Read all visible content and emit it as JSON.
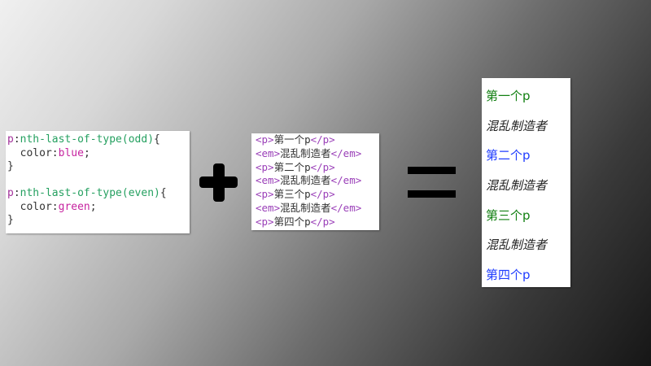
{
  "colors": {
    "green": "#128012",
    "blue": "#1f3cff",
    "em_text": "#222222",
    "css_tag": "#a2309a",
    "css_pseudo": "#25a060",
    "css_value": "#c6239f",
    "html_tag": "#9a3fb8"
  },
  "css_code": {
    "rules": [
      {
        "tag": "p",
        "colon": ":",
        "pseudo": "nth-last-of-type(odd)",
        "open_brace": "{",
        "property": "  color:",
        "value": "blue",
        "semicolon": ";",
        "close_brace": "}"
      },
      {
        "tag": "p",
        "colon": ":",
        "pseudo": "nth-last-of-type(even)",
        "open_brace": "{",
        "property": "  color:",
        "value": "green",
        "semicolon": ";",
        "close_brace": "}"
      }
    ]
  },
  "operators": {
    "plus": "plus-sign",
    "equals": "equals-sign"
  },
  "html_code": {
    "lines": [
      {
        "open": "<p>",
        "text": "第一个p",
        "close": "</p>"
      },
      {
        "open": "<em>",
        "text": "混乱制造者",
        "close": "</em>"
      },
      {
        "open": "<p>",
        "text": "第二个p",
        "close": "</p>"
      },
      {
        "open": "<em>",
        "text": "混乱制造者",
        "close": "</em>"
      },
      {
        "open": "<p>",
        "text": "第三个p",
        "close": "</p>"
      },
      {
        "open": "<em>",
        "text": "混乱制造者",
        "close": "</em>"
      },
      {
        "open": "<p>",
        "text": "第四个p",
        "close": "</p>"
      }
    ]
  },
  "result": {
    "items": [
      {
        "text": "第一个p",
        "type": "p",
        "color": "green"
      },
      {
        "text": "混乱制造者",
        "type": "em",
        "color": "default"
      },
      {
        "text": "第二个p",
        "type": "p",
        "color": "blue"
      },
      {
        "text": "混乱制造者",
        "type": "em",
        "color": "default"
      },
      {
        "text": "第三个p",
        "type": "p",
        "color": "green"
      },
      {
        "text": "混乱制造者",
        "type": "em",
        "color": "default"
      },
      {
        "text": "第四个p",
        "type": "p",
        "color": "blue"
      }
    ]
  }
}
